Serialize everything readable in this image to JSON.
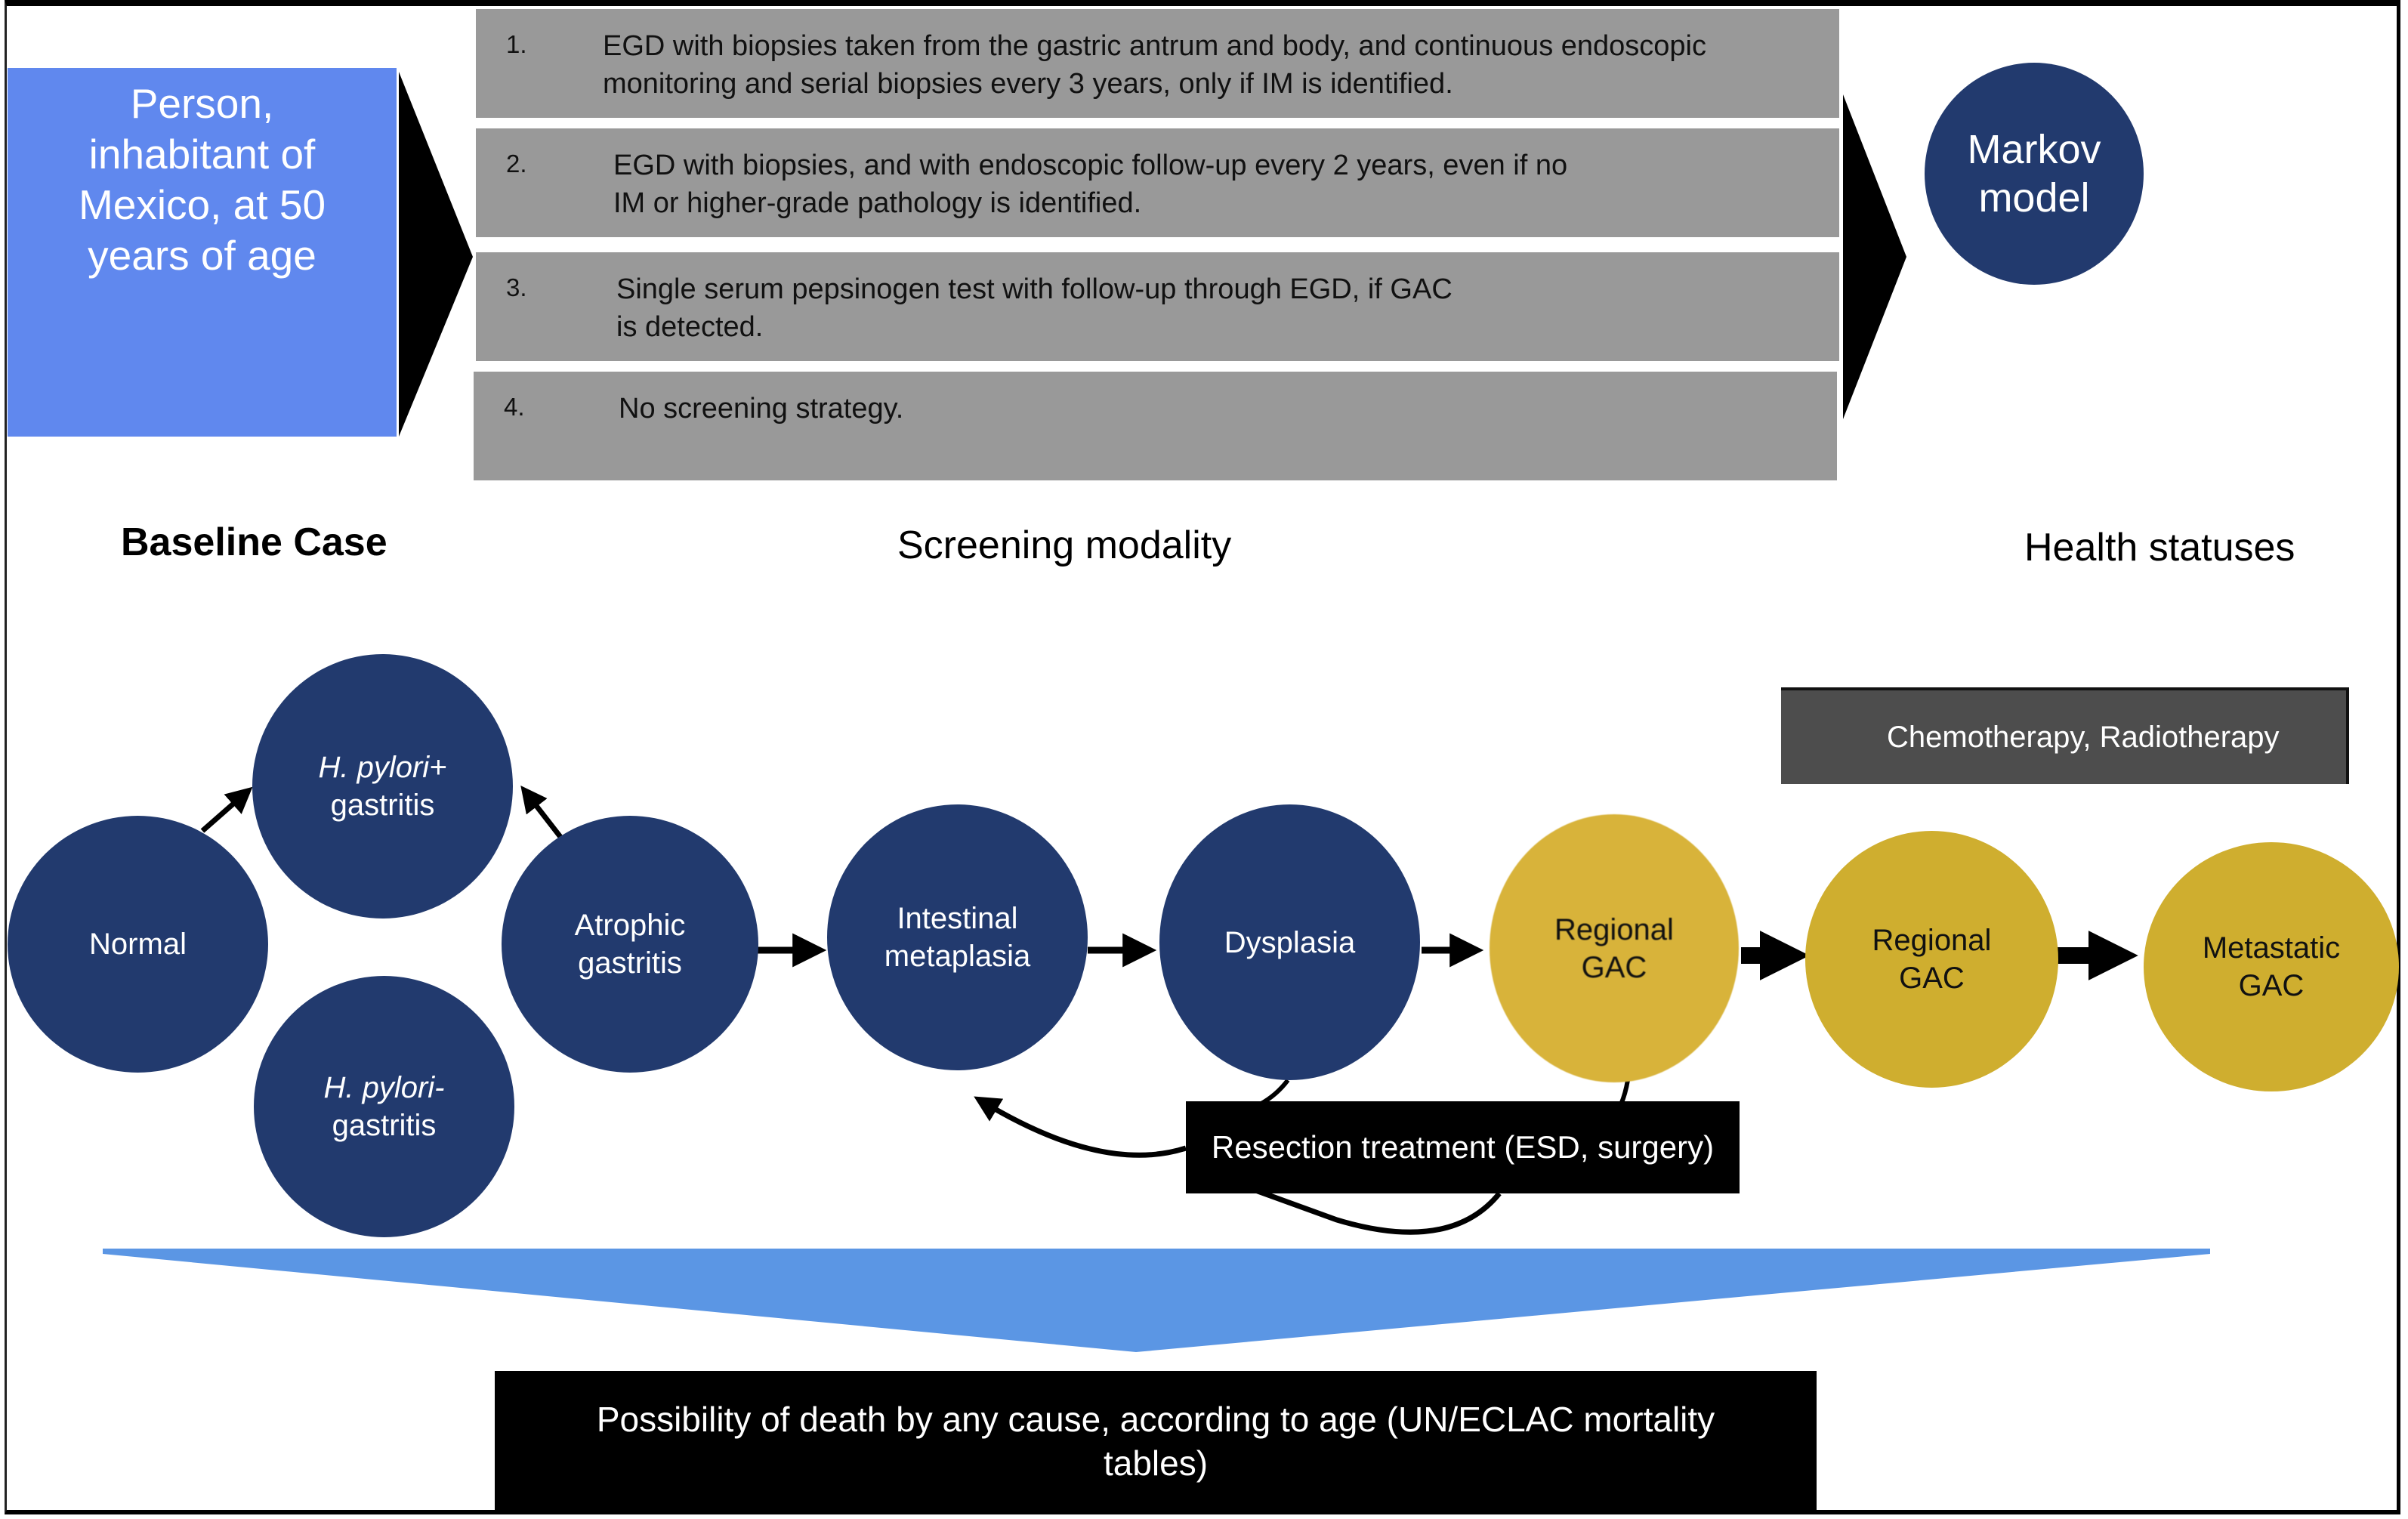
{
  "colors": {
    "person_box": "#6088ee",
    "strategy_box": "#999999",
    "state_blue": "#223a6e",
    "state_gold": "#cfae2f",
    "chemo_box": "#4d4d4d",
    "funnel": "#5b96e4",
    "black": "#000000"
  },
  "baseline": {
    "person_text": [
      "Person,",
      "inhabitant of",
      "Mexico, at 50",
      "years of age"
    ],
    "label": "Baseline Case"
  },
  "screening": {
    "label": "Screening modality",
    "strategies": [
      {
        "number": "1.",
        "lines": [
          "EGD with biopsies taken from the gastric antrum and body, and continuous endoscopic",
          "monitoring and serial biopsies every 3 years, only if IM is identified."
        ]
      },
      {
        "number": "2.",
        "lines": [
          "EGD with biopsies, and with endoscopic follow-up every 2 years, even if no",
          "IM or higher-grade pathology is identified."
        ]
      },
      {
        "number": "3.",
        "lines": [
          "Single serum pepsinogen test with follow-up through EGD, if GAC",
          "is detected."
        ]
      },
      {
        "number": "4.",
        "lines": [
          "No screening strategy."
        ]
      }
    ]
  },
  "markov": {
    "lines": [
      "Markov",
      "model"
    ],
    "label": "Health statuses"
  },
  "states": {
    "normal": {
      "lines": [
        "Normal"
      ]
    },
    "hp_pos": {
      "lines": [
        "H. pylori+",
        "gastritis"
      ]
    },
    "hp_neg": {
      "lines": [
        "H. pylori-",
        "gastritis"
      ]
    },
    "atrophic": {
      "lines": [
        "Atrophic",
        "gastritis"
      ]
    },
    "intestinal": {
      "lines": [
        "Intestinal",
        "metaplasia"
      ]
    },
    "dysplasia": {
      "lines": [
        "Dysplasia"
      ]
    },
    "regional1": {
      "lines": [
        "Regional",
        "GAC"
      ]
    },
    "regional2": {
      "lines": [
        "Regional",
        "GAC"
      ]
    },
    "metastatic": {
      "lines": [
        "Metastatic",
        "GAC"
      ]
    }
  },
  "treatments": {
    "chemo": "Chemotherapy, Radiotherapy",
    "resection": "Resection treatment (ESD, surgery)"
  },
  "death": {
    "lines": [
      "Possibility of death by any cause, according to age (UN/ECLAC mortality",
      "tables)"
    ]
  }
}
